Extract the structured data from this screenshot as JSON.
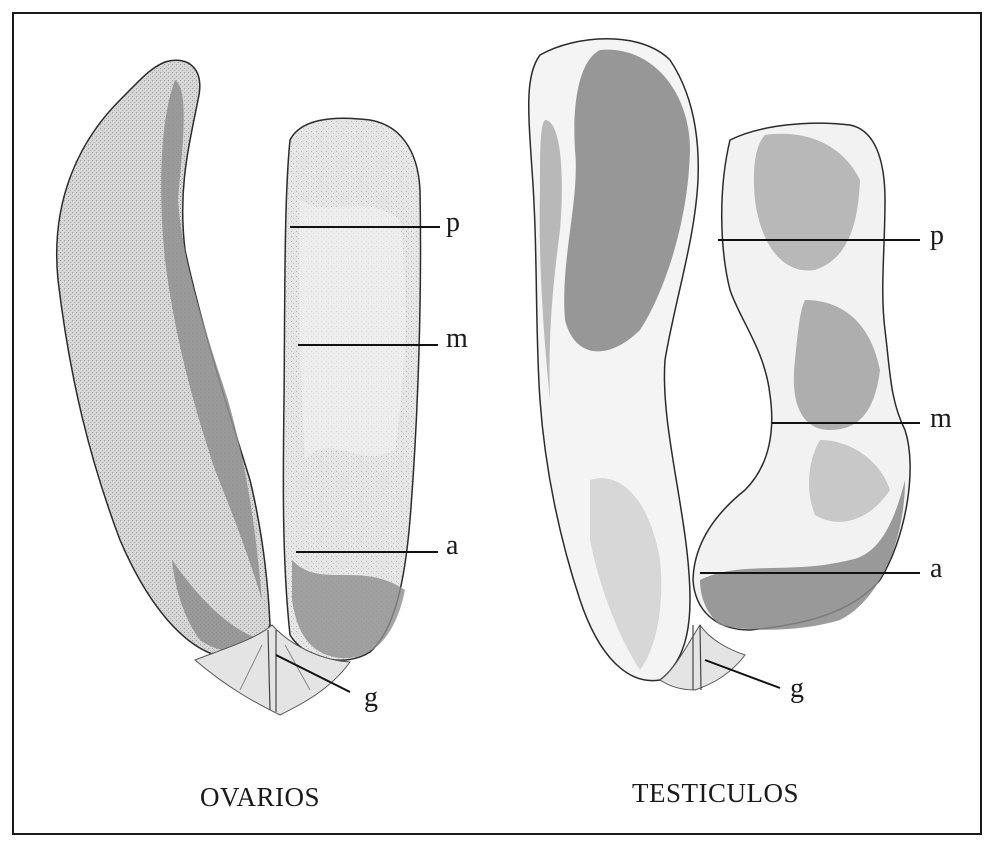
{
  "ovarios": {
    "caption": "OVARIOS",
    "labels": {
      "p": "p",
      "m": "m",
      "a": "a",
      "g": "g"
    }
  },
  "testiculos": {
    "caption": "TESTICULOS",
    "labels": {
      "p": "p",
      "m": "m",
      "a": "a",
      "g": "g"
    }
  },
  "colors": {
    "border": "#1a1a1a",
    "light_tissue": "#d9d9d9",
    "dark_tissue": "#8f8f8f",
    "highlight": "#f2f2f2"
  }
}
